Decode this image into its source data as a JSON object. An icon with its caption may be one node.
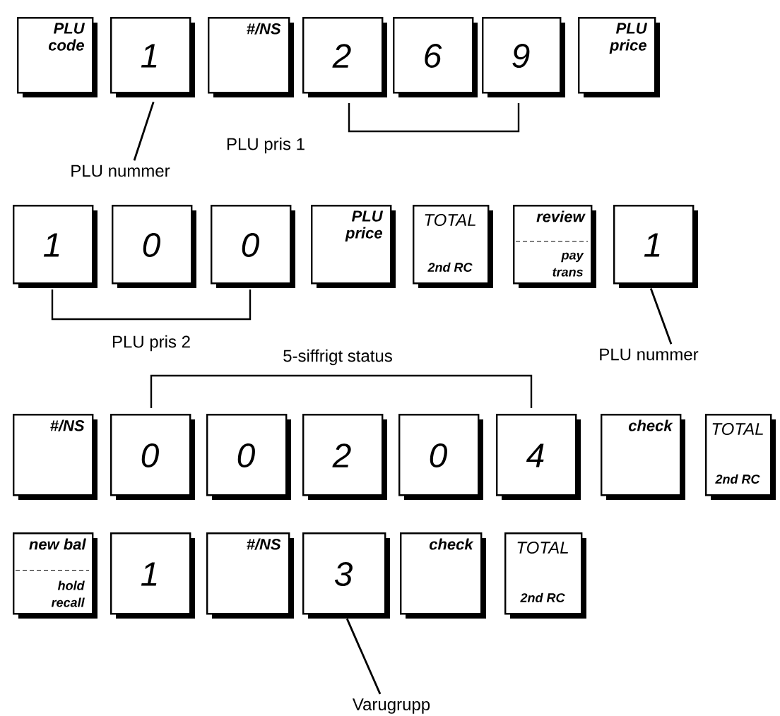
{
  "diagram": {
    "nodes": [
      {
        "text": [
          "PLU code"
        ]
      },
      {
        "text": [
          "1"
        ]
      },
      {
        "text": [
          "#/NS"
        ]
      },
      {
        "text": [
          "2"
        ]
      },
      {
        "text": [
          "6"
        ]
      },
      {
        "text": [
          "9"
        ]
      },
      {
        "text": [
          "PLU price"
        ]
      },
      {
        "text": [
          "PLU nummer"
        ]
      },
      {
        "text": [
          "1"
        ]
      },
      {
        "text": [
          "0"
        ]
      },
      {
        "text": [
          "0"
        ]
      },
      {
        "text": [
          "PLU price"
        ]
      },
      {
        "text": [
          "TOTAL",
          "2nd RC"
        ]
      },
      {
        "text": [
          "review",
          "pay trans"
        ]
      },
      {
        "text": [
          "1"
        ]
      },
      {
        "text": [
          "PLU nummer"
        ]
      },
      {
        "text": [
          "#/NS"
        ]
      },
      {
        "text": [
          "0"
        ]
      },
      {
        "text": [
          "0"
        ]
      },
      {
        "text": [
          "2"
        ]
      },
      {
        "text": [
          "0"
        ]
      },
      {
        "text": [
          "4"
        ]
      },
      {
        "text": [
          "check"
        ]
      },
      {
        "text": [
          "TOTAL",
          "2nd RC"
        ]
      },
      {
        "text": [
          "new bal",
          "hold recall"
        ]
      },
      {
        "text": [
          "1"
        ]
      },
      {
        "text": [
          "#/NS"
        ]
      },
      {
        "text": [
          "3"
        ]
      },
      {
        "text": [
          "check"
        ]
      },
      {
        "text": [
          "TOTAL",
          "2nd RC"
        ]
      },
      {
        "text": [
          "Varugrupp"
        ]
      }
    ],
    "edges": [
      {
        "from": 7,
        "to": 1,
        "arrow": "none"
      },
      {
        "from": 15,
        "to": 14,
        "arrow": "none"
      },
      {
        "from": 30,
        "to": 27,
        "arrow": "none"
      }
    ],
    "labels": [
      "PLU pris 1",
      "PLU pris 2",
      "5-siffrigt status"
    ]
  }
}
